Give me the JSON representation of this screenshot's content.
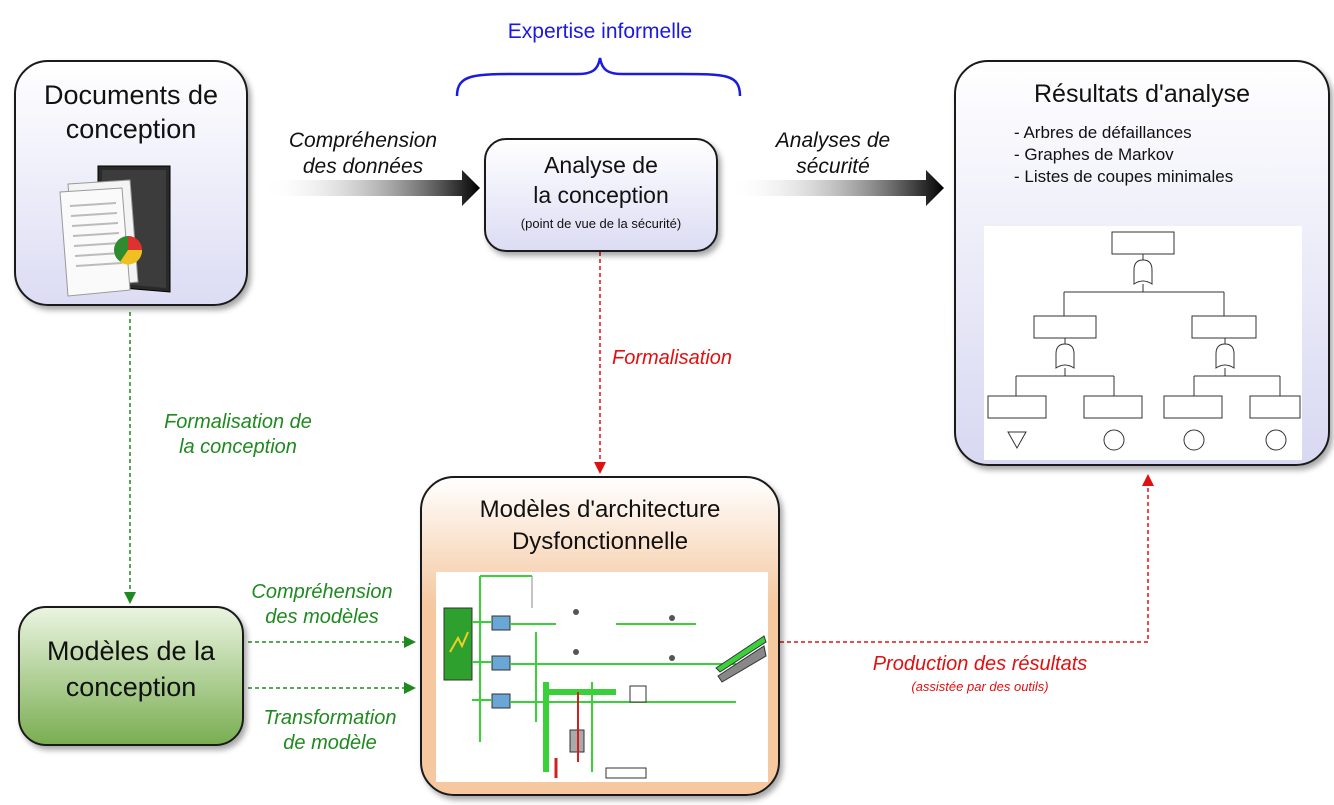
{
  "expertise": {
    "label": "Expertise informelle"
  },
  "documents": {
    "title_line1": "Documents de",
    "title_line2": "conception",
    "icon": "document-folder-icon"
  },
  "analyse": {
    "line1": "Analyse de",
    "line2": "la conception",
    "line3": "(point de vue de la sécurité)"
  },
  "resultats": {
    "title": "Résultats d'analyse",
    "items": [
      "- Arbres de défaillances",
      "- Graphes de Markov",
      "- Listes de coupes minimales"
    ]
  },
  "modeles_conception": {
    "line1": "Modèles de la",
    "line2": "conception"
  },
  "modeles_architecture": {
    "line1": "Modèles d'architecture",
    "line2": "Dysfonctionnelle"
  },
  "edges": {
    "comprehension_donnees": {
      "line1": "Compréhension",
      "line2": "des données"
    },
    "analyses_securite": {
      "line1": "Analyses de",
      "line2": "sécurité"
    },
    "formalisation": {
      "label": "Formalisation"
    },
    "formalisation_conception": {
      "line1": "Formalisation de",
      "line2": "la conception"
    },
    "comprehension_modeles": {
      "line1": "Compréhension",
      "line2": "des modèles"
    },
    "transformation": {
      "line1": "Transformation",
      "line2": "de modèle"
    },
    "production": {
      "line1": "Production des résultats",
      "line2": "(assistée par des outils)"
    }
  },
  "colors": {
    "expertise_blue": "#1a1ae0",
    "green_edge": "#1f8a1f",
    "red_edge": "#e01010",
    "lavender_box": "#e6e6f8",
    "green_box": "#8fbf6a",
    "orange_box": "#f5c8a0"
  }
}
